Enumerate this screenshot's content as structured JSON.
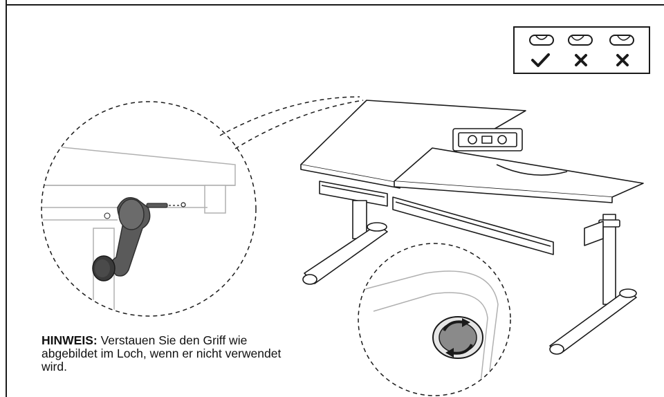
{
  "note": {
    "label": "HINWEIS:",
    "text": " Verstauen Sie den Griff wie abgebildet im Loch, wenn er nicht verwendet wird."
  },
  "legend": {
    "items": [
      {
        "state": "correct",
        "icon": "check-icon"
      },
      {
        "state": "wrong",
        "icon": "x-icon"
      },
      {
        "state": "wrong",
        "icon": "x-icon"
      }
    ]
  },
  "colors": {
    "line": "#1a1a1a",
    "light_line": "#b0b0b0",
    "handle": "#5a5a5a",
    "handle_dark": "#2e2e2e"
  }
}
